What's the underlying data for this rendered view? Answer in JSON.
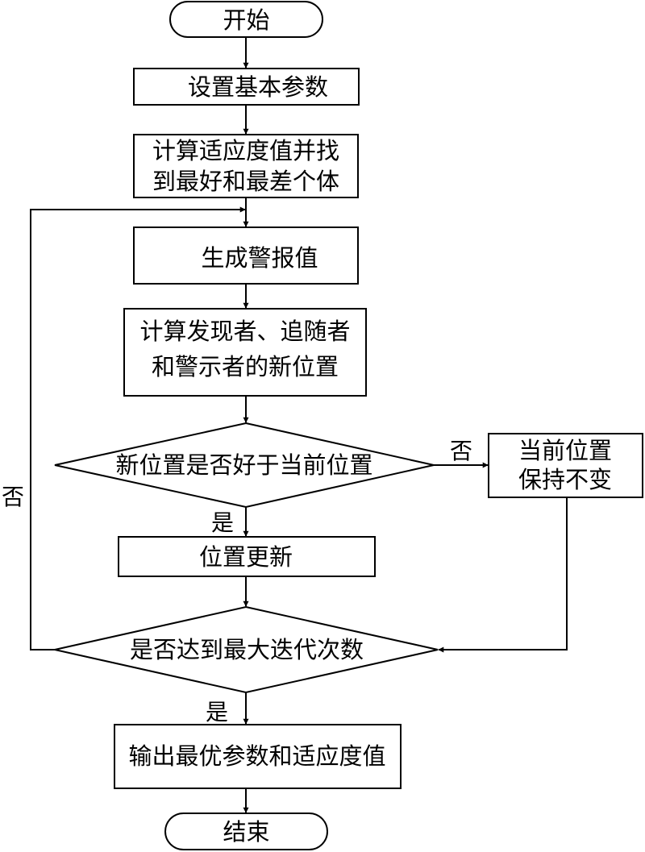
{
  "flowchart": {
    "start": "开始",
    "set_params": "设置基本参数",
    "fitness": {
      "line1": "计算适应度值并找",
      "line2": "到最好和最差个体"
    },
    "alarm": "生成警报值",
    "positions": {
      "line1": "计算发现者、追随者",
      "line2": "和警示者的新位置"
    },
    "better_decision": "新位置是否好于当前位置",
    "better_no": "否",
    "keep": {
      "line1": "当前位置",
      "line2": "保持不变"
    },
    "better_yes": "是",
    "update": "位置更新",
    "max_decision": "是否达到最大迭代次数",
    "max_no": "否",
    "max_yes": "是",
    "output": "输出最优参数和适应度值",
    "end": "结束"
  }
}
